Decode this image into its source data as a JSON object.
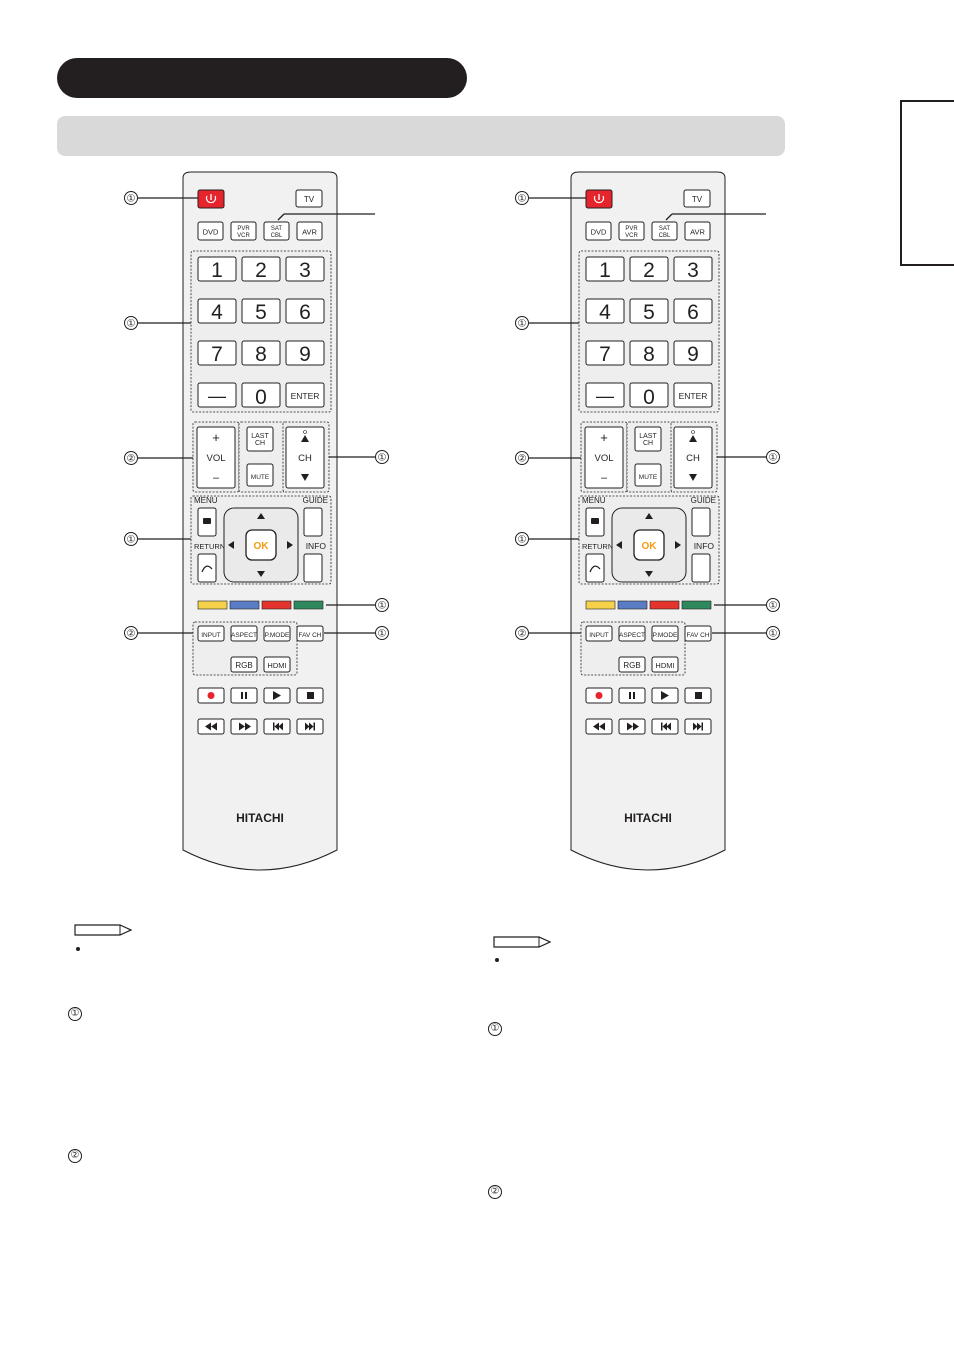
{
  "remote": {
    "brand": "HITACHI",
    "buttons": {
      "tv": "TV",
      "dvd": "DVD",
      "pvr_vcr": [
        "PVR",
        "VCR"
      ],
      "sat_cbl": [
        "SAT",
        "CBL"
      ],
      "avr": "AVR",
      "digits": [
        "1",
        "2",
        "3",
        "4",
        "5",
        "6",
        "7",
        "8",
        "9"
      ],
      "dash": "—",
      "zero": "0",
      "enter": "ENTER",
      "vol_plus": "+",
      "vol": "VOL",
      "vol_minus": "–",
      "last_ch": [
        "LAST",
        "CH"
      ],
      "mute": "MUTE",
      "ch": "CH",
      "menu": "MENU",
      "guide": "GUIDE",
      "return": "RETURN",
      "info": "INFO",
      "ok": "OK",
      "input": "INPUT",
      "aspect": "ASPECT",
      "p_mode": "P.MODE",
      "fav_ch": "FAV CH",
      "rgb": "RGB",
      "hdmi": "HDMI"
    },
    "colors": {
      "power": "#e6242b",
      "yellow": "#f5d24a",
      "blue": "#5a7cc4",
      "red": "#e5342d",
      "green": "#2e8a5e",
      "ok_text": "#f39c12",
      "record": "#e6242b"
    }
  },
  "callouts": {
    "one": "①",
    "two": "②"
  }
}
